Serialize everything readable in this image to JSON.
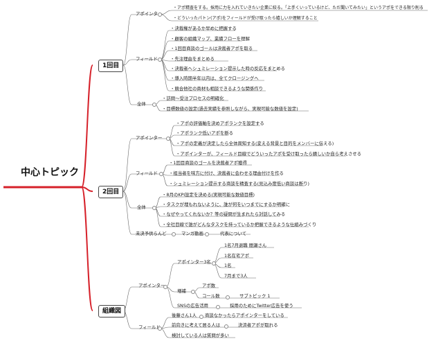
{
  "central_topic": "中心トピック",
  "branches": {
    "round1": {
      "title": "1回目",
      "appointer": {
        "label": "アポインター",
        "items": [
          "・アポ精査をする。採用に力を入れていきたい企業に絞る。「上手くいっているけど、ただ聞いてみたい」というアポをできる限り削る",
          "・どういったパトン(アポ)をフィールドが受け取ったら嬉しいか理解すること"
        ]
      },
      "field": {
        "label": "フィールド",
        "items": [
          "・決裁権があるか早めに把握する",
          "・顧客の組織マップ、業績フローを理解",
          "・1回目商談のゴールは決裁者アポを取る",
          "・先注理由をまとめる",
          "・決裁者へシュミレーション提示した時の反応をまとめる",
          "・導入時期半年以内は、全てクロージングへ",
          "・競合他社の商材も相談できるような関係作り"
        ]
      },
      "overall": {
        "label": "全体",
        "items": [
          "・訪問〜受注プロセスの明確化",
          "・目標数値の設定(過去実績を参照しながら、実現可能な数値を設定)"
        ]
      }
    },
    "round2": {
      "title": "2回目",
      "appointer": {
        "label": "アポインター",
        "items": [
          "・アポの評価軸を決めアポランクを設定する",
          "・アポランク低いアポを断る",
          "・アポの定義が決定したら全体周知する(変える背景と目的をメンバーに伝える)",
          "・アポインターが、フィールド目線でどういったアポを受け取ったら嬉しいか自ら考えさせる"
        ]
      },
      "field": {
        "label": "フィールド",
        "items": [
          "・1回目商談のゴールを決裁者アポ獲得",
          "・担当者を味方に付け、決裁者に会わせる理由付けを作る",
          "・シュミレーション提示する商談を精査する(見込み度低い商談は断り)"
        ]
      },
      "overall": {
        "label": "全体",
        "items": [
          "・8月のKPI設定を決める(実現可能な数値目標)",
          "・タスクが埋もれないように、誰が何をいつまでにするか明確に",
          "・なぜやってくれないか？等の疑問が生まれたら対話してみる",
          "・全社目線で誰がどんなタスクを持っているか把握できるような仕組みづくり"
        ]
      },
      "pending": {
        "label": "未決予供らんど",
        "items": [
          "マンガ動画",
          "代表について"
        ]
      }
    },
    "org": {
      "title": "組織図",
      "appointer": {
        "label": "アポインター",
        "appointer3": {
          "label": "アポインター3名",
          "items": [
            "1名7月退職 間瀬さん",
            "1名在宅アポ",
            "1名",
            "7月まで3人"
          ]
        },
        "reinforce": {
          "label": "増補",
          "apo_count": "アポ数",
          "call_count": "コール数",
          "subtopic": "サブトピック 1"
        },
        "sns": {
          "label": "SNSの広告活用",
          "item": "採用のためにTwitter広告を使う"
        }
      },
      "field": {
        "label": "フィールド",
        "rows": [
          {
            "a": "後藤さん1人",
            "b": "商談なかったらアポインターをしている"
          },
          {
            "a": "前向きに考えて居る人は",
            "b": "決済者アポが取れる"
          },
          {
            "a": "検討している人は質問が多い",
            "b": ""
          }
        ]
      }
    }
  }
}
